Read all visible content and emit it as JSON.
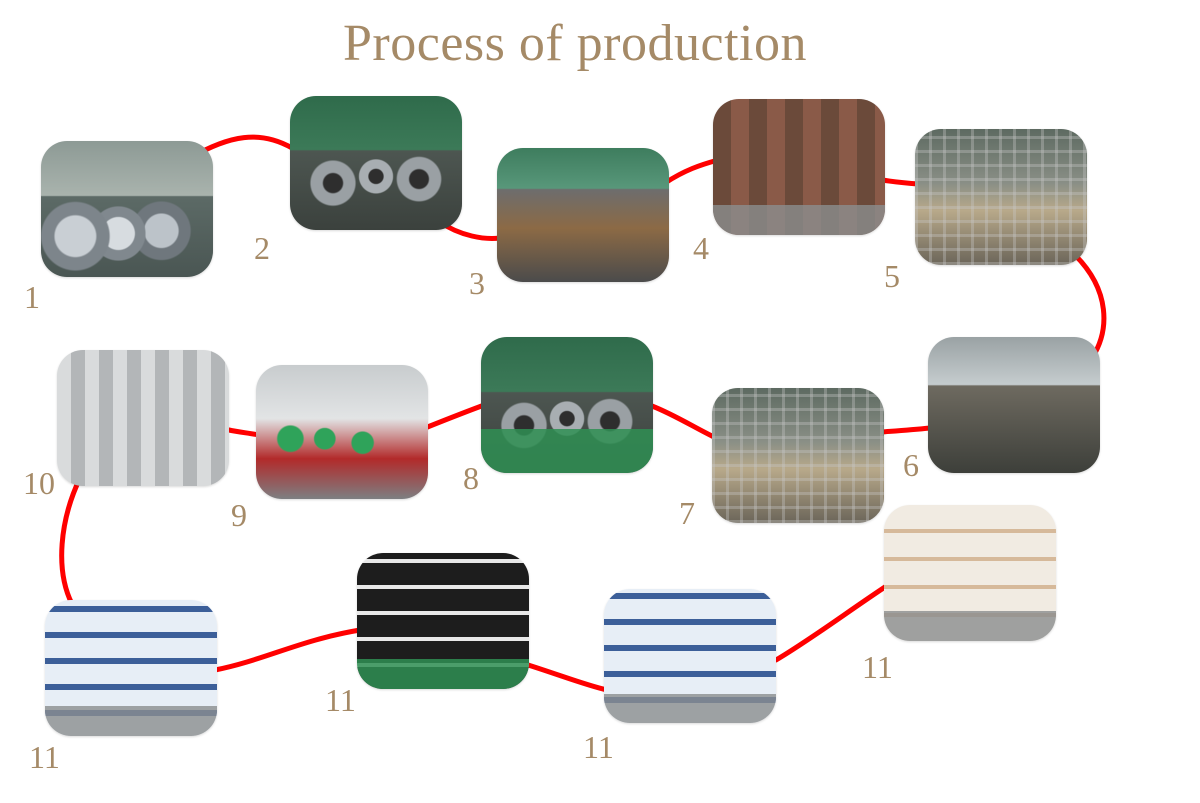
{
  "title": "Process of production",
  "colors": {
    "title": "#a58a67",
    "connector": "#ff0000",
    "step_number": "#a58a67"
  },
  "steps": [
    {
      "label": "1",
      "image": "steel-coil-warehouse-photo"
    },
    {
      "label": "2",
      "image": "rotor-stamping-workshop-photo"
    },
    {
      "label": "3",
      "image": "motor-winding-station-photo"
    },
    {
      "label": "4",
      "image": "pallets-of-parts-photo"
    },
    {
      "label": "5",
      "image": "wire-cages-of-parts-photo"
    },
    {
      "label": "6",
      "image": "assembly-hall-photo"
    },
    {
      "label": "7",
      "image": "parts-storage-photo"
    },
    {
      "label": "8",
      "image": "fan-grill-stacks-photo"
    },
    {
      "label": "9",
      "image": "assembly-line-workers-photo"
    },
    {
      "label": "10",
      "image": "fan-grills-in-cages-photo"
    },
    {
      "label": "11",
      "image": "blue-boxed-products-photo"
    },
    {
      "label": "11",
      "image": "black-boxed-products-photo"
    },
    {
      "label": "11",
      "image": "blue-white-boxed-products-photo"
    },
    {
      "label": "11",
      "image": "beige-boxed-products-photo"
    }
  ]
}
